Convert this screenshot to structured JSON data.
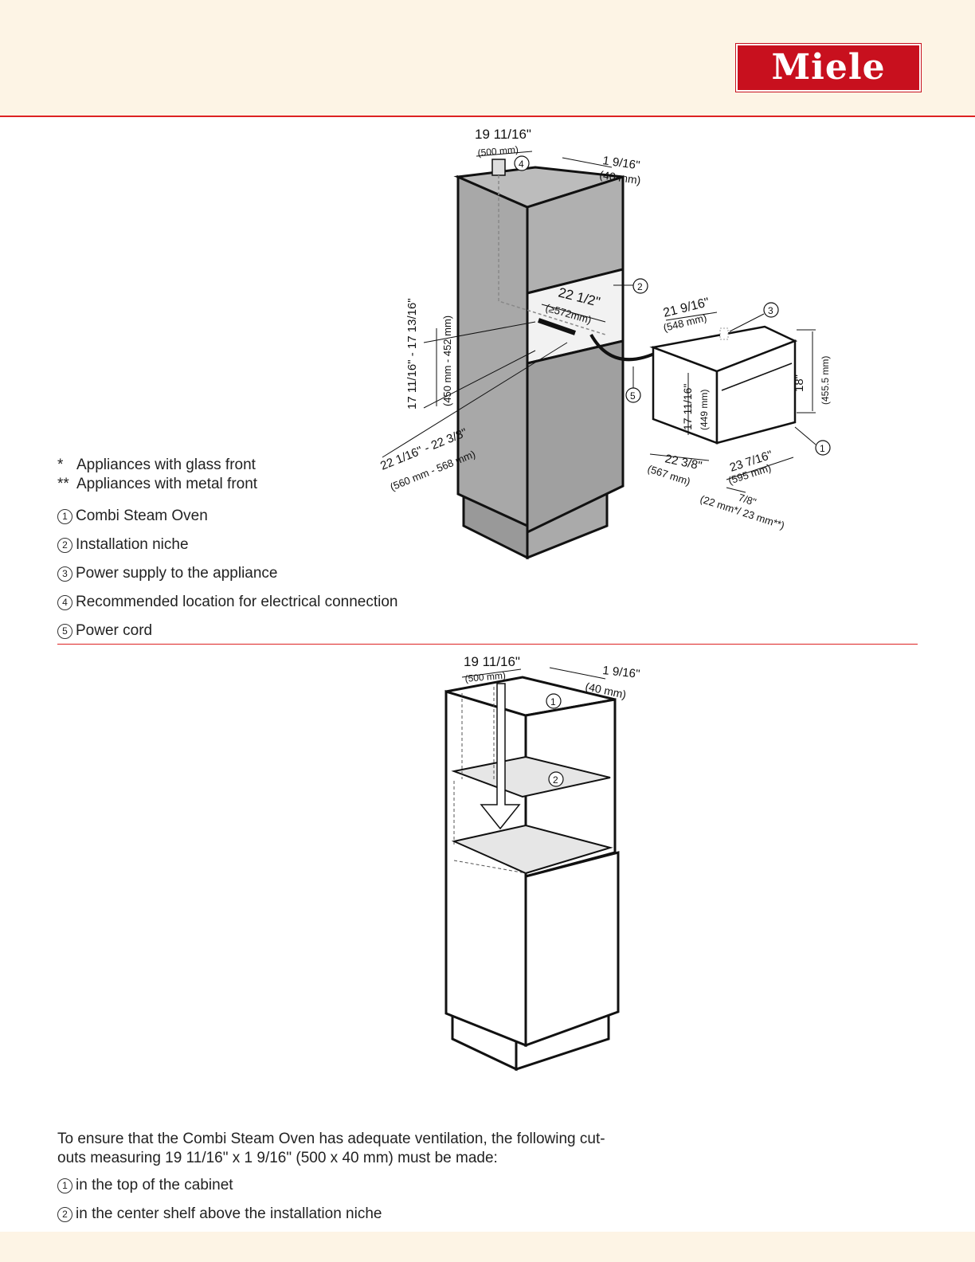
{
  "brand": {
    "logo_text": "Miele",
    "accent_color": "#c8101e",
    "band_color": "#fdf4e5",
    "rule_color": "#dd2222"
  },
  "diagram1": {
    "dims": {
      "top_width_in": "19 11/16\"",
      "top_width_mm": "(500 mm)",
      "top_depth_in": "1 9/16\"",
      "top_depth_mm": "(40 mm)",
      "niche_depth_in": "22 1/2\"",
      "niche_depth_mm": "(≥572mm)",
      "niche_height_in": "17 11/16\" - 17 13/16\"",
      "niche_height_mm": "(450 mm - 452 mm)",
      "niche_width_in": "22 1/16\" - 22 3/8\"",
      "niche_width_mm": "(560 mm - 568 mm)",
      "oven_depth_in": "21 9/16\"",
      "oven_depth_mm": "(548 mm)",
      "oven_height_in": "18\"",
      "oven_height_mm": "(455.5 mm)",
      "oven_inner_height_in": "17 11/16\"",
      "oven_inner_height_mm": "(449 mm)",
      "oven_width_in": "22 3/8\"",
      "oven_width_mm": "(567 mm)",
      "oven_front_width_in": "23 7/16\"",
      "oven_front_width_mm": "(595 mm)",
      "front_thickness_in": "7/8\"",
      "front_thickness_mm": "(22 mm*/ 23 mm**)"
    },
    "callouts": [
      "1",
      "2",
      "3",
      "4",
      "5"
    ]
  },
  "notes": [
    {
      "mark": "*",
      "text": "Appliances with glass front"
    },
    {
      "mark": "**",
      "text": "Appliances with metal front"
    }
  ],
  "legend": [
    {
      "num": "1",
      "text": "Combi Steam Oven"
    },
    {
      "num": "2",
      "text": "Installation niche"
    },
    {
      "num": "3",
      "text": "Power supply to the appliance"
    },
    {
      "num": "4",
      "text": "Recommended location for electrical connection"
    },
    {
      "num": "5",
      "text": "Power cord"
    }
  ],
  "diagram2": {
    "dims": {
      "width_in": "19 11/16\"",
      "width_mm": "(500 mm)",
      "depth_in": "1 9/16\"",
      "depth_mm": "(40 mm)"
    },
    "callouts": [
      "1",
      "2"
    ]
  },
  "ventilation": {
    "intro": "To ensure that the Combi Steam Oven has adequate ventilation, the following cut-outs measuring 19 11/16\" x 1 9/16\" (500 x 40 mm) must be made:",
    "items": [
      {
        "num": "1",
        "text": "in the top of the cabinet"
      },
      {
        "num": "2",
        "text": "in the center shelf above the installation niche"
      }
    ]
  }
}
